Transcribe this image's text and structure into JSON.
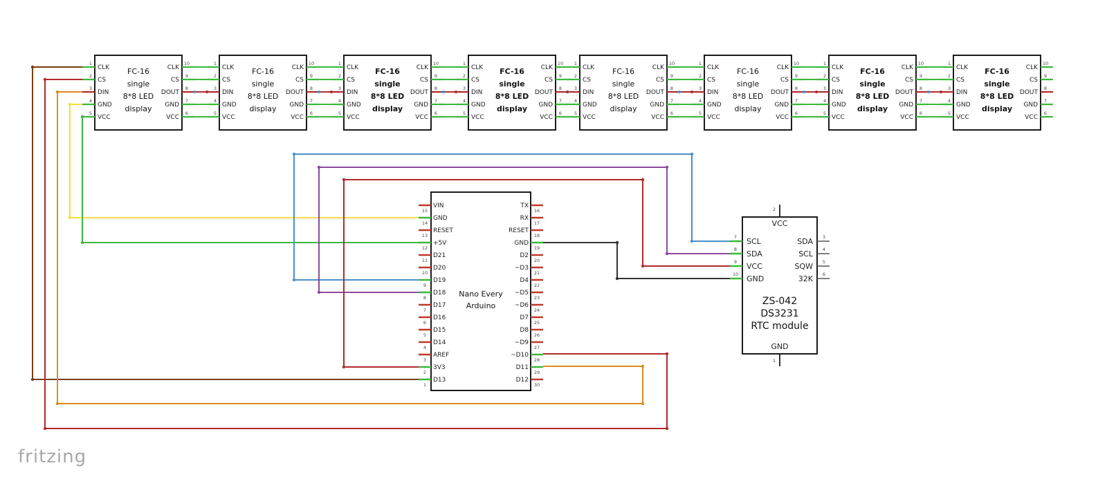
{
  "brand": "fritzing",
  "colors": {
    "clk_wire": "#7a3d0a",
    "cs_wire": "#b02a2a",
    "din_wire": "#e08a1e",
    "gnd_wire": "#f0e040",
    "vcc_wire": "#3cb83c",
    "blue_wire": "#4a90c8",
    "purple_wire": "#8a4a9a",
    "red_wire": "#b02a2a",
    "black_wire": "#333333",
    "pin_connected": "#3cb83c",
    "pin_unconnected": "#c0392b"
  },
  "displays": [
    {
      "title": [
        "FC-16",
        "single",
        "8*8 LED",
        "display"
      ],
      "bold": false
    },
    {
      "title": [
        "FC-16",
        "single",
        "8*8 LED",
        "display"
      ],
      "bold": false
    },
    {
      "title": [
        "FC-16",
        "single",
        "8*8 LED",
        "display"
      ],
      "bold": true
    },
    {
      "title": [
        "FC-16",
        "single",
        "8*8 LED",
        "display"
      ],
      "bold": true
    },
    {
      "title": [
        "FC-16",
        "single",
        "8*8 LED",
        "display"
      ],
      "bold": false
    },
    {
      "title": [
        "FC-16",
        "single",
        "8*8 LED",
        "display"
      ],
      "bold": false
    },
    {
      "title": [
        "FC-16",
        "single",
        "8*8 LED",
        "display"
      ],
      "bold": true
    },
    {
      "title": [
        "FC-16",
        "single",
        "8*8 LED",
        "display"
      ],
      "bold": true
    }
  ],
  "display_pins": {
    "left": [
      {
        "label": "CLK",
        "num": "1"
      },
      {
        "label": "CS",
        "num": "2"
      },
      {
        "label": "DIN",
        "num": "3"
      },
      {
        "label": "GND",
        "num": "4"
      },
      {
        "label": "VCC",
        "num": "5"
      }
    ],
    "right": [
      {
        "label": "CLK",
        "num": "10"
      },
      {
        "label": "CS",
        "num": "9"
      },
      {
        "label": "DOUT",
        "num": "8"
      },
      {
        "label": "GND",
        "num": "7"
      },
      {
        "label": "VCC",
        "num": "6"
      }
    ]
  },
  "arduino": {
    "title": [
      "Nano Every",
      "Arduino"
    ],
    "left_pins": [
      {
        "label": "VIN",
        "num": "15",
        "state": "off"
      },
      {
        "label": "GND",
        "num": "14",
        "state": "on"
      },
      {
        "label": "RESET",
        "num": "13",
        "state": "off"
      },
      {
        "label": "+5V",
        "num": "12",
        "state": "on"
      },
      {
        "label": "D21",
        "num": "11",
        "state": "off"
      },
      {
        "label": "D20",
        "num": "10",
        "state": "off"
      },
      {
        "label": "D19",
        "num": "9",
        "state": "on"
      },
      {
        "label": "D18",
        "num": "8",
        "state": "on"
      },
      {
        "label": "D17",
        "num": "7",
        "state": "off"
      },
      {
        "label": "D16",
        "num": "6",
        "state": "off"
      },
      {
        "label": "D15",
        "num": "5",
        "state": "off"
      },
      {
        "label": "D14",
        "num": "4",
        "state": "off"
      },
      {
        "label": "AREF",
        "num": "3",
        "state": "off"
      },
      {
        "label": "3V3",
        "num": "2",
        "state": "on"
      },
      {
        "label": "D13",
        "num": "1",
        "state": "on"
      }
    ],
    "right_pins": [
      {
        "label": "TX",
        "num": "16",
        "state": "off"
      },
      {
        "label": "RX",
        "num": "17",
        "state": "off"
      },
      {
        "label": "RESET",
        "num": "18",
        "state": "off"
      },
      {
        "label": "GND",
        "num": "19",
        "state": "on"
      },
      {
        "label": "D2",
        "num": "20",
        "state": "off"
      },
      {
        "label": "~D3",
        "num": "21",
        "state": "off"
      },
      {
        "label": "D4",
        "num": "22",
        "state": "off"
      },
      {
        "label": "~D5",
        "num": "23",
        "state": "off"
      },
      {
        "label": "~D6",
        "num": "24",
        "state": "off"
      },
      {
        "label": "D7",
        "num": "25",
        "state": "off"
      },
      {
        "label": "D8",
        "num": "26",
        "state": "off"
      },
      {
        "label": "~D9",
        "num": "27",
        "state": "off"
      },
      {
        "label": "~D10",
        "num": "28",
        "state": "on"
      },
      {
        "label": "D11",
        "num": "29",
        "state": "on"
      },
      {
        "label": "D12",
        "num": "30",
        "state": "off"
      }
    ]
  },
  "rtc": {
    "title": [
      "ZS-042",
      "DS3231",
      "RTC module"
    ],
    "top_pin": {
      "label": "VCC",
      "num": "2"
    },
    "bottom_pin": {
      "label": "GND",
      "num": "1"
    },
    "left_pins": [
      {
        "label": "SCL",
        "num": "7"
      },
      {
        "label": "SDA",
        "num": "8"
      },
      {
        "label": "VCC",
        "num": "9"
      },
      {
        "label": "GND",
        "num": "10"
      }
    ],
    "right_pins": [
      {
        "label": "SDA",
        "num": "3"
      },
      {
        "label": "SCL",
        "num": "4"
      },
      {
        "label": "SQW",
        "num": "5"
      },
      {
        "label": "32K",
        "num": "6"
      }
    ]
  }
}
